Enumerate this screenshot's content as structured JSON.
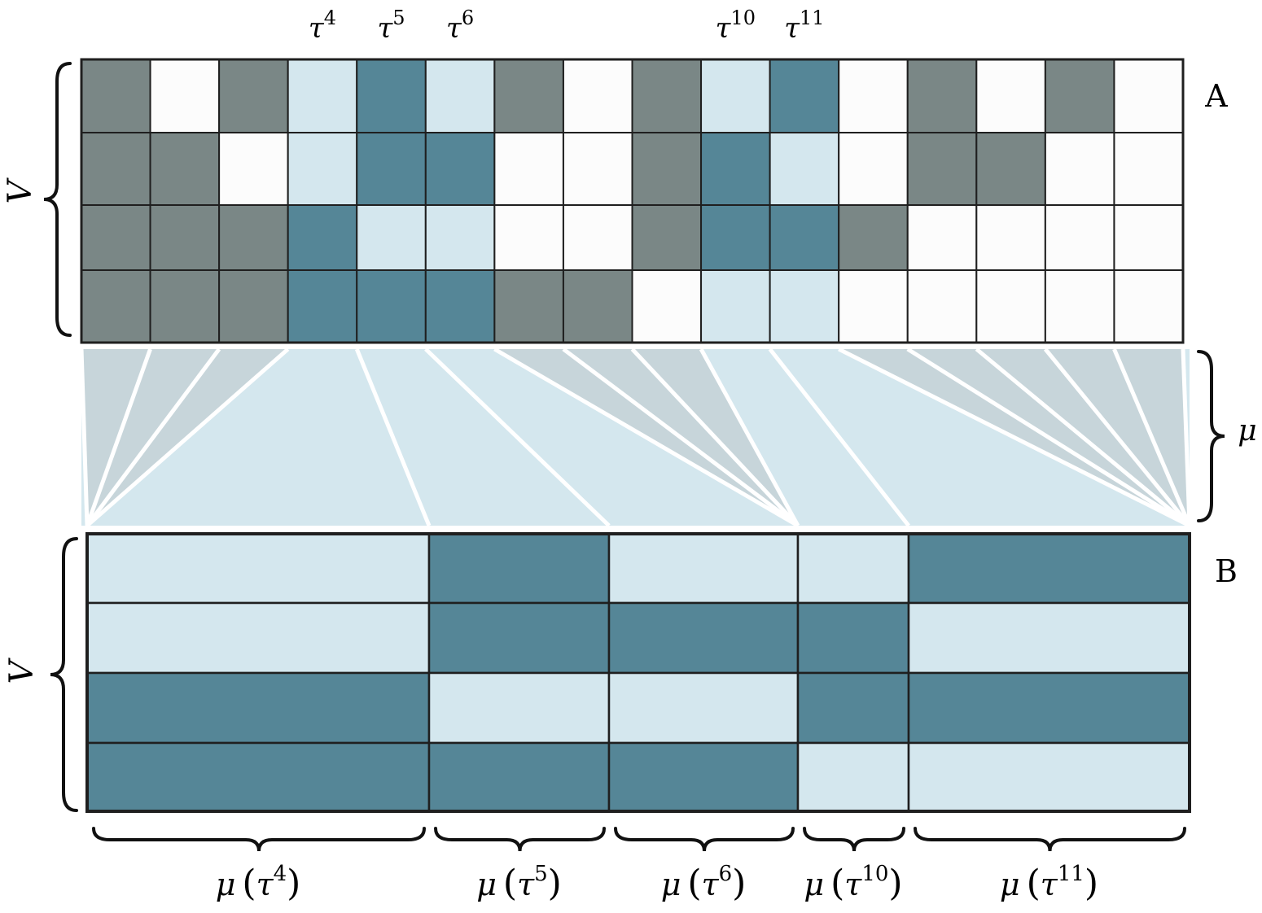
{
  "colors": {
    "dark_gray": "#7a8786",
    "white": "#fcfcfc",
    "light_blue": "#d4e7ee",
    "dark_blue": "#558697",
    "gray_fan": "#c7d5da",
    "grid_line": "#1f1f1f"
  },
  "matrix_a": {
    "label": "A",
    "row_axis_symbol": "V",
    "top_labels": [
      {
        "col": 3,
        "base": "τ",
        "sup": "4"
      },
      {
        "col": 4,
        "base": "τ",
        "sup": "5"
      },
      {
        "col": 5,
        "base": "τ",
        "sup": "6"
      },
      {
        "col": 9,
        "base": "τ",
        "sup": "10"
      },
      {
        "col": 10,
        "base": "τ",
        "sup": "11"
      }
    ],
    "highlighted_cols": [
      3,
      4,
      5,
      9,
      10
    ],
    "cells": [
      [
        "G",
        "W",
        "G",
        "L",
        "D",
        "L",
        "G",
        "W",
        "G",
        "L",
        "D",
        "W",
        "G",
        "W",
        "G",
        "W"
      ],
      [
        "G",
        "G",
        "W",
        "L",
        "D",
        "D",
        "W",
        "W",
        "G",
        "D",
        "L",
        "W",
        "G",
        "G",
        "W",
        "W"
      ],
      [
        "G",
        "G",
        "G",
        "D",
        "L",
        "L",
        "W",
        "W",
        "G",
        "D",
        "D",
        "G",
        "W",
        "W",
        "W",
        "W"
      ],
      [
        "G",
        "G",
        "G",
        "D",
        "D",
        "D",
        "G",
        "G",
        "W",
        "L",
        "L",
        "W",
        "W",
        "W",
        "W",
        "W"
      ]
    ]
  },
  "mapping": {
    "symbol": "μ"
  },
  "matrix_b": {
    "label": "B",
    "row_axis_symbol": "V",
    "groups": [
      {
        "func": "μ",
        "base": "τ",
        "sup": "4",
        "source_col": 3,
        "cells": [
          "L",
          "L",
          "D",
          "D"
        ]
      },
      {
        "func": "μ",
        "base": "τ",
        "sup": "5",
        "source_col": 4,
        "cells": [
          "D",
          "D",
          "L",
          "D"
        ]
      },
      {
        "func": "μ",
        "base": "τ",
        "sup": "6",
        "source_col": 5,
        "cells": [
          "L",
          "D",
          "L",
          "D"
        ]
      },
      {
        "func": "μ",
        "base": "τ",
        "sup": "10",
        "source_col": 9,
        "cells": [
          "L",
          "D",
          "D",
          "L"
        ]
      },
      {
        "func": "μ",
        "base": "τ",
        "sup": "11",
        "source_col": 10,
        "cells": [
          "D",
          "L",
          "D",
          "L"
        ]
      }
    ]
  }
}
